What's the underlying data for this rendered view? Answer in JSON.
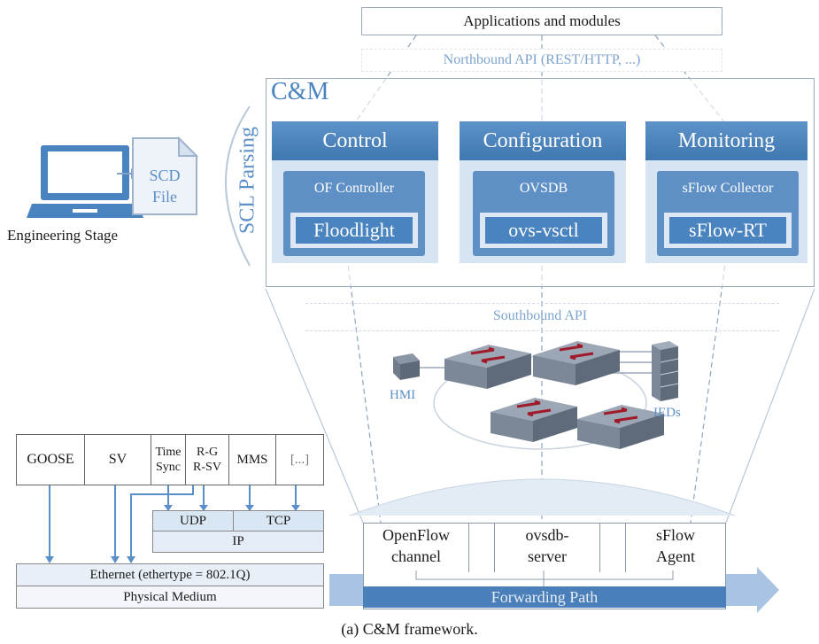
{
  "top": {
    "apps_label": "Applications and modules",
    "northbound_label": "Northbound API (REST/HTTP, ...)"
  },
  "cm": {
    "title": "C&M",
    "scl_parsing": "SCL Parsing",
    "columns": [
      {
        "header": "Control",
        "sub": "OF Controller",
        "tool": "Floodlight"
      },
      {
        "header": "Configuration",
        "sub": "OVSDB",
        "tool": "ovs-vsctl"
      },
      {
        "header": "Monitoring",
        "sub": "sFlow Collector",
        "tool": "sFlow-RT"
      }
    ]
  },
  "engineering": {
    "file_label_line1": "SCD",
    "file_label_line2": "File",
    "stage_label": "Engineering Stage"
  },
  "network": {
    "southbound_label": "Southbound API",
    "hmi_label": "HMI",
    "ieds_label": "IEDs"
  },
  "stack": {
    "top_row": [
      "GOOSE",
      "SV",
      "Time Sync",
      "R-G R-SV",
      "MMS",
      "[...]"
    ],
    "time_line1": "Time",
    "time_line2": "Sync",
    "rg_line1": "R-G",
    "rg_line2": "R-SV",
    "udp": "UDP",
    "tcp": "TCP",
    "ip": "IP",
    "ethernet": "Ethernet (ethertype = 802.1Q)",
    "physical": "Physical Medium"
  },
  "switch_box": {
    "cells": [
      {
        "line1": "OpenFlow",
        "line2": "channel"
      },
      {
        "line1": "ovsdb-",
        "line2": "server"
      },
      {
        "line1": "sFlow",
        "line2": "Agent"
      }
    ],
    "forwarding": "Forwarding Path"
  },
  "caption": "(a) C&M framework.",
  "colors": {
    "accent_blue": "#4a84c0",
    "light_blue": "#d7e4f2",
    "label_blue": "#5b8fc8",
    "line_gray": "#9aa8b8"
  }
}
